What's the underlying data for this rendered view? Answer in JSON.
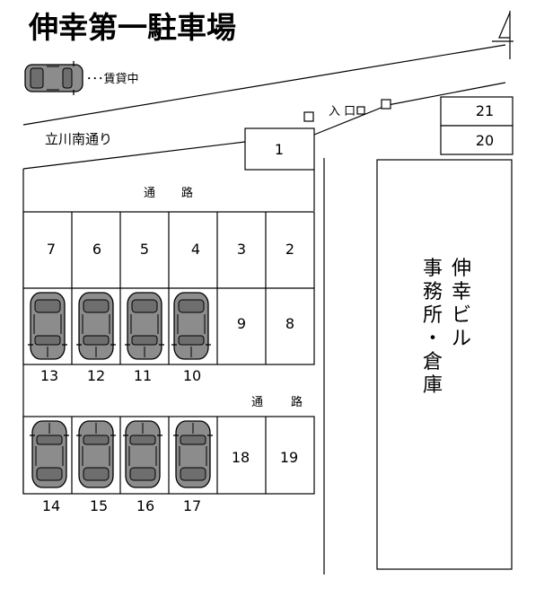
{
  "title": "伸幸第一駐車場",
  "legend": {
    "label": "･･･賃貸中"
  },
  "road": {
    "name": "立川南通り",
    "entrance": "入 口"
  },
  "aisle": {
    "upper": [
      "通",
      "路"
    ],
    "lower": [
      "通",
      "路"
    ]
  },
  "building": {
    "name": [
      "伸",
      "幸",
      "ビ",
      "ル"
    ],
    "use": [
      "事",
      "務",
      "所",
      "・",
      "倉",
      "庫"
    ]
  },
  "spaces": {
    "s1": "1",
    "s2": "2",
    "s3": "3",
    "s4": "4",
    "s5": "5",
    "s6": "6",
    "s7": "7",
    "s8": "8",
    "s9": "9",
    "s10": "10",
    "s11": "11",
    "s12": "12",
    "s13": "13",
    "s14": "14",
    "s15": "15",
    "s16": "16",
    "s17": "17",
    "s18": "18",
    "s19": "19",
    "s20": "20",
    "s21": "21"
  },
  "rented": [
    "10",
    "11",
    "12",
    "13",
    "14",
    "15",
    "16",
    "17"
  ],
  "north_icon": "north-arrow-icon",
  "colors": {
    "car_fill": "#8c8c8c",
    "car_outline": "#000000",
    "background": "#ffffff"
  }
}
